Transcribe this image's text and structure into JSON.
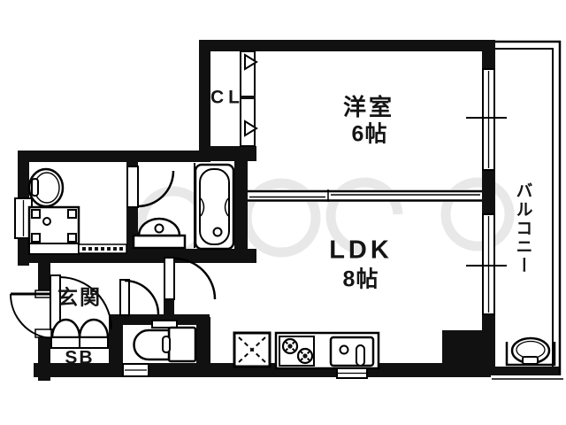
{
  "document": {
    "type": "apartment-floor-plan"
  },
  "colors": {
    "wall": "#111111",
    "line": "#000000",
    "background": "#ffffff",
    "watermark": "#c9c9c9",
    "text": "#151515"
  },
  "labels": {
    "western_room_name": "洋室",
    "western_room_size": "6帖",
    "ldk_name": "LDK",
    "ldk_size": "8帖",
    "closet": "CL",
    "entrance": "玄関",
    "shoe_box": "SB",
    "balcony": "バルコニー"
  },
  "fixtures": [
    "bathtub",
    "wash-basin",
    "utility-basin",
    "washing-machine-pan",
    "toilet",
    "kitchen-sink",
    "gas-stove",
    "refrigerator-space",
    "balcony-sink",
    "closet-folding-door",
    "sliding-door",
    "entrance-door",
    "interior-doors",
    "windows"
  ]
}
